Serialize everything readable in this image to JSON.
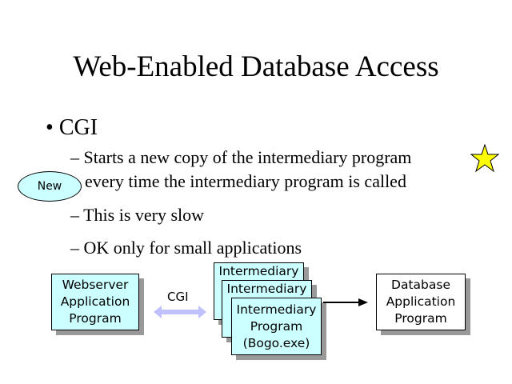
{
  "title": "Web-Enabled Database Access",
  "bullet": {
    "marker": "•",
    "text": "CGI"
  },
  "sub_items": [
    {
      "dash": "–",
      "line1": "Starts a new copy of the intermediary program",
      "line2": "every time the intermediary program is called"
    },
    {
      "dash": "–",
      "text": "This is very slow"
    },
    {
      "dash": "–",
      "text": "OK only for small applications"
    }
  ],
  "badge": "New",
  "diagram": {
    "webserver": [
      "Webserver",
      "Application",
      "Program"
    ],
    "cgi_label": "CGI",
    "intermediary_back": "Intermediary",
    "intermediary": [
      "Intermediary",
      "Program",
      "(Bogo.exe)"
    ],
    "database": [
      "Database",
      "Application",
      "Program"
    ]
  },
  "colors": {
    "box_fill": "#ccffff",
    "arrow": "#c0c0ff",
    "star": "#ffff00"
  }
}
